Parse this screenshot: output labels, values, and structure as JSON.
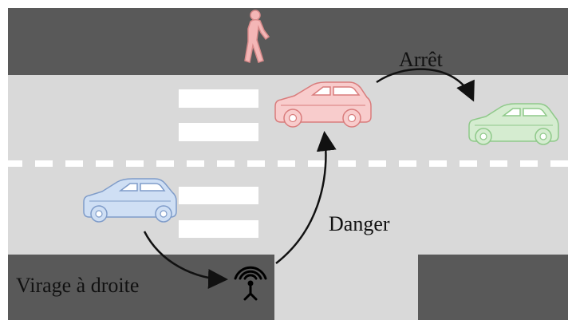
{
  "labels": {
    "stop": "Arrêt",
    "danger": "Danger",
    "right_turn": "Virage à droite"
  },
  "colors": {
    "sidewalk": "#595959",
    "road": "#d9d9d9",
    "lane_marking": "#ffffff",
    "pedestrian": "#f4b6b6",
    "danger_car": "#f8cccc",
    "danger_car_stroke": "#d97c7c",
    "stopped_car": "#d5ecd0",
    "stopped_car_stroke": "#8fc98a",
    "turning_car": "#cfdff4",
    "turning_car_stroke": "#7f9cc9",
    "arrow": "#111111"
  },
  "icons": {
    "pedestrian": "pedestrian-icon",
    "sensor": "signal-tower-icon"
  }
}
